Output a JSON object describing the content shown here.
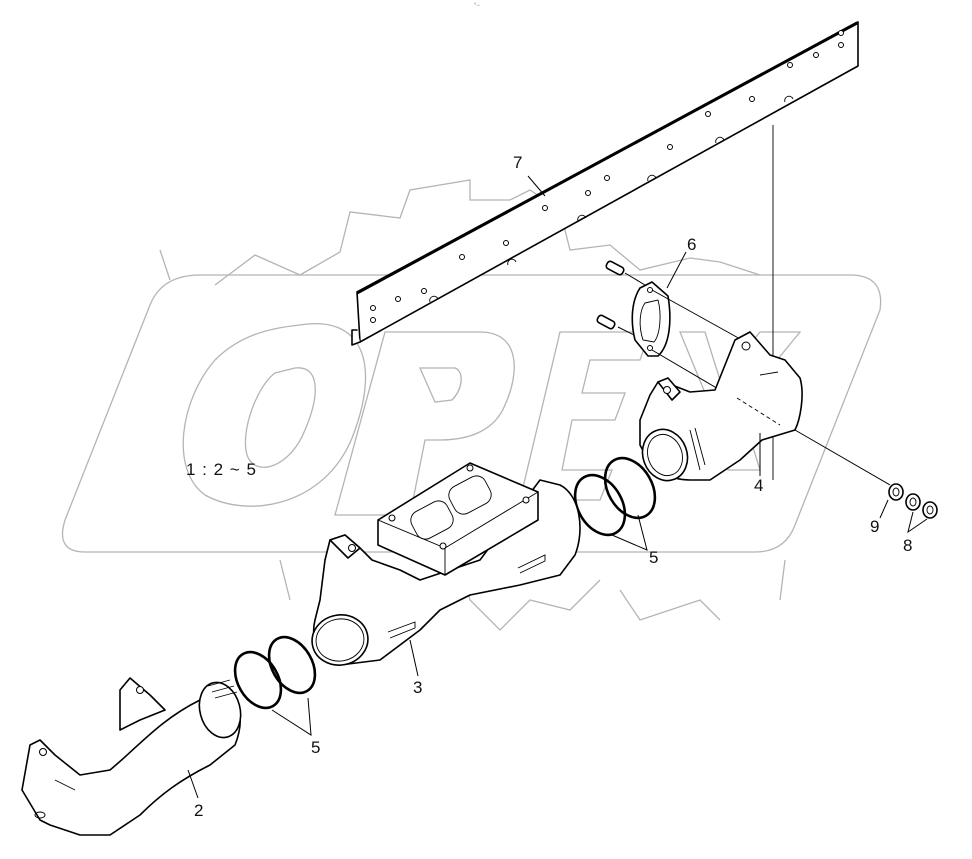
{
  "diagram": {
    "type": "exploded-parts-diagram",
    "subject": "Exhaust manifold assembly",
    "watermark_text": "OPEX",
    "scale_note": "1 : 2 ~ 5",
    "top_mark": "°−",
    "colors": {
      "line": "#000000",
      "watermark": "#b4b4b4",
      "background": "#ffffff"
    }
  },
  "callouts": [
    {
      "id": "7",
      "label": "7",
      "part": "heat-shield-strip"
    },
    {
      "id": "6",
      "label": "6",
      "part": "gasket"
    },
    {
      "id": "4",
      "label": "4",
      "part": "manifold-rear-section"
    },
    {
      "id": "9",
      "label": "9",
      "part": "washer"
    },
    {
      "id": "8",
      "label": "8",
      "part": "nut"
    },
    {
      "id": "5a",
      "label": "5",
      "part": "sealing-ring-pair-upper"
    },
    {
      "id": "3",
      "label": "3",
      "part": "manifold-center-turbo-flange"
    },
    {
      "id": "5b",
      "label": "5",
      "part": "sealing-ring-pair-lower"
    },
    {
      "id": "2",
      "label": "2",
      "part": "manifold-front-section"
    }
  ]
}
